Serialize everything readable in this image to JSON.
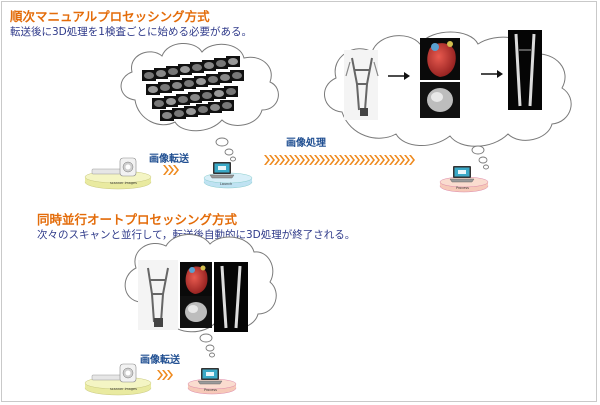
{
  "section1": {
    "title": "順次マニュアルプロセッシング方式",
    "description": "転送後に3D処理を1検査ごとに始める必要がある。",
    "transfer_label": "画像転送",
    "processing_label": "画像処理",
    "scanner_label": "scanner images",
    "console_label": "Launch",
    "workstation_label": "Process"
  },
  "section2": {
    "title": "同時並行オートプロセッシング方式",
    "description": "次々のスキャンと並行して，転送後自動的に3D処理が終了される。",
    "transfer_label": "画像転送",
    "scanner_label": "scanner images",
    "workstation_label": "Process"
  },
  "colors": {
    "heading": "#e36c0a",
    "description": "#2f3a8a",
    "label": "#1f4e91",
    "arrow_orange": "#ee8a1f",
    "base_yellow": "#e9eaa0",
    "base_blue": "#bfe2f2",
    "base_pink": "#f6c9b8"
  },
  "icons": [
    "ct-scanner-icon",
    "laptop-icon",
    "thought-cloud-icon",
    "ct-slice-stack-icon",
    "angiography-icon",
    "heart-3d-icon",
    "right-arrow-icon"
  ]
}
